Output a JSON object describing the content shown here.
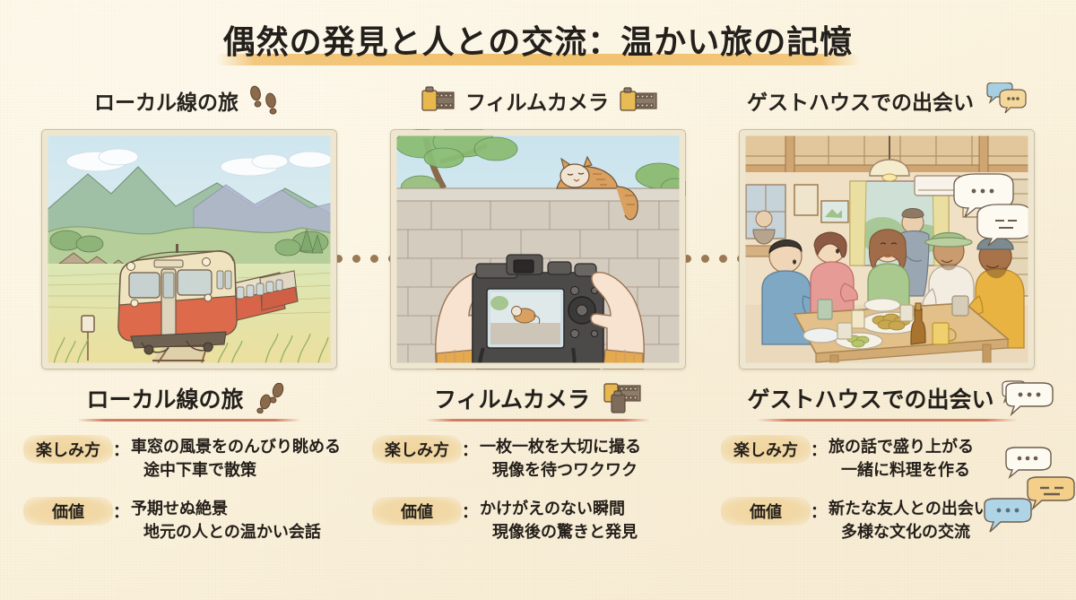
{
  "header": {
    "title": "偶然の発見と人との交流：温かい旅の記憶",
    "highlight_color": "#efbc63"
  },
  "theme": {
    "background": "#fbf3de",
    "text": "#241f1a",
    "pill": "#f0d49a",
    "underline": "#c8765a",
    "dot": "#9a7a54"
  },
  "connectors": {
    "dot_count": 5
  },
  "columns": [
    {
      "top_label": "ローカル線の旅",
      "top_icon": "footprints-icon",
      "illustration": "local-train-countryside",
      "heading": "ローカル線の旅",
      "heading_icon": "footprints-icon",
      "details": [
        {
          "label": "楽しみ方",
          "colon": "：",
          "values": [
            "車窓の風景をのんびり眺める",
            "途中下車で散策"
          ]
        },
        {
          "label": "価値",
          "colon": "：",
          "values": [
            "予期せぬ絶景",
            "地元の人との温かい会話"
          ]
        }
      ]
    },
    {
      "top_label": "フィルムカメラ",
      "top_icon": "film-roll-icon",
      "illustration": "hands-camera-cat-wall",
      "heading": "フィルムカメラ",
      "heading_icon": "film-roll-icon",
      "details": [
        {
          "label": "楽しみ方",
          "colon": "：",
          "values": [
            "一枚一枚を大切に撮る",
            "現像を待つワクワク"
          ]
        },
        {
          "label": "価値",
          "colon": "：",
          "values": [
            "かけがえのない瞬間",
            "現像後の驚きと発見"
          ]
        }
      ]
    },
    {
      "top_label": "ゲストハウスでの出会い",
      "top_icon": "speech-bubbles-icon",
      "illustration": "guesthouse-dining-travelers",
      "heading": "ゲストハウスでの出会い",
      "heading_icon": "speech-bubble-icon",
      "details": [
        {
          "label": "楽しみ方",
          "colon": "：",
          "values": [
            "旅の話で盛り上がる",
            "一緒に料理を作る"
          ]
        },
        {
          "label": "価値",
          "colon": "：",
          "values": [
            "新たな友人との出会い",
            "多様な文化の交流"
          ]
        }
      ]
    }
  ]
}
